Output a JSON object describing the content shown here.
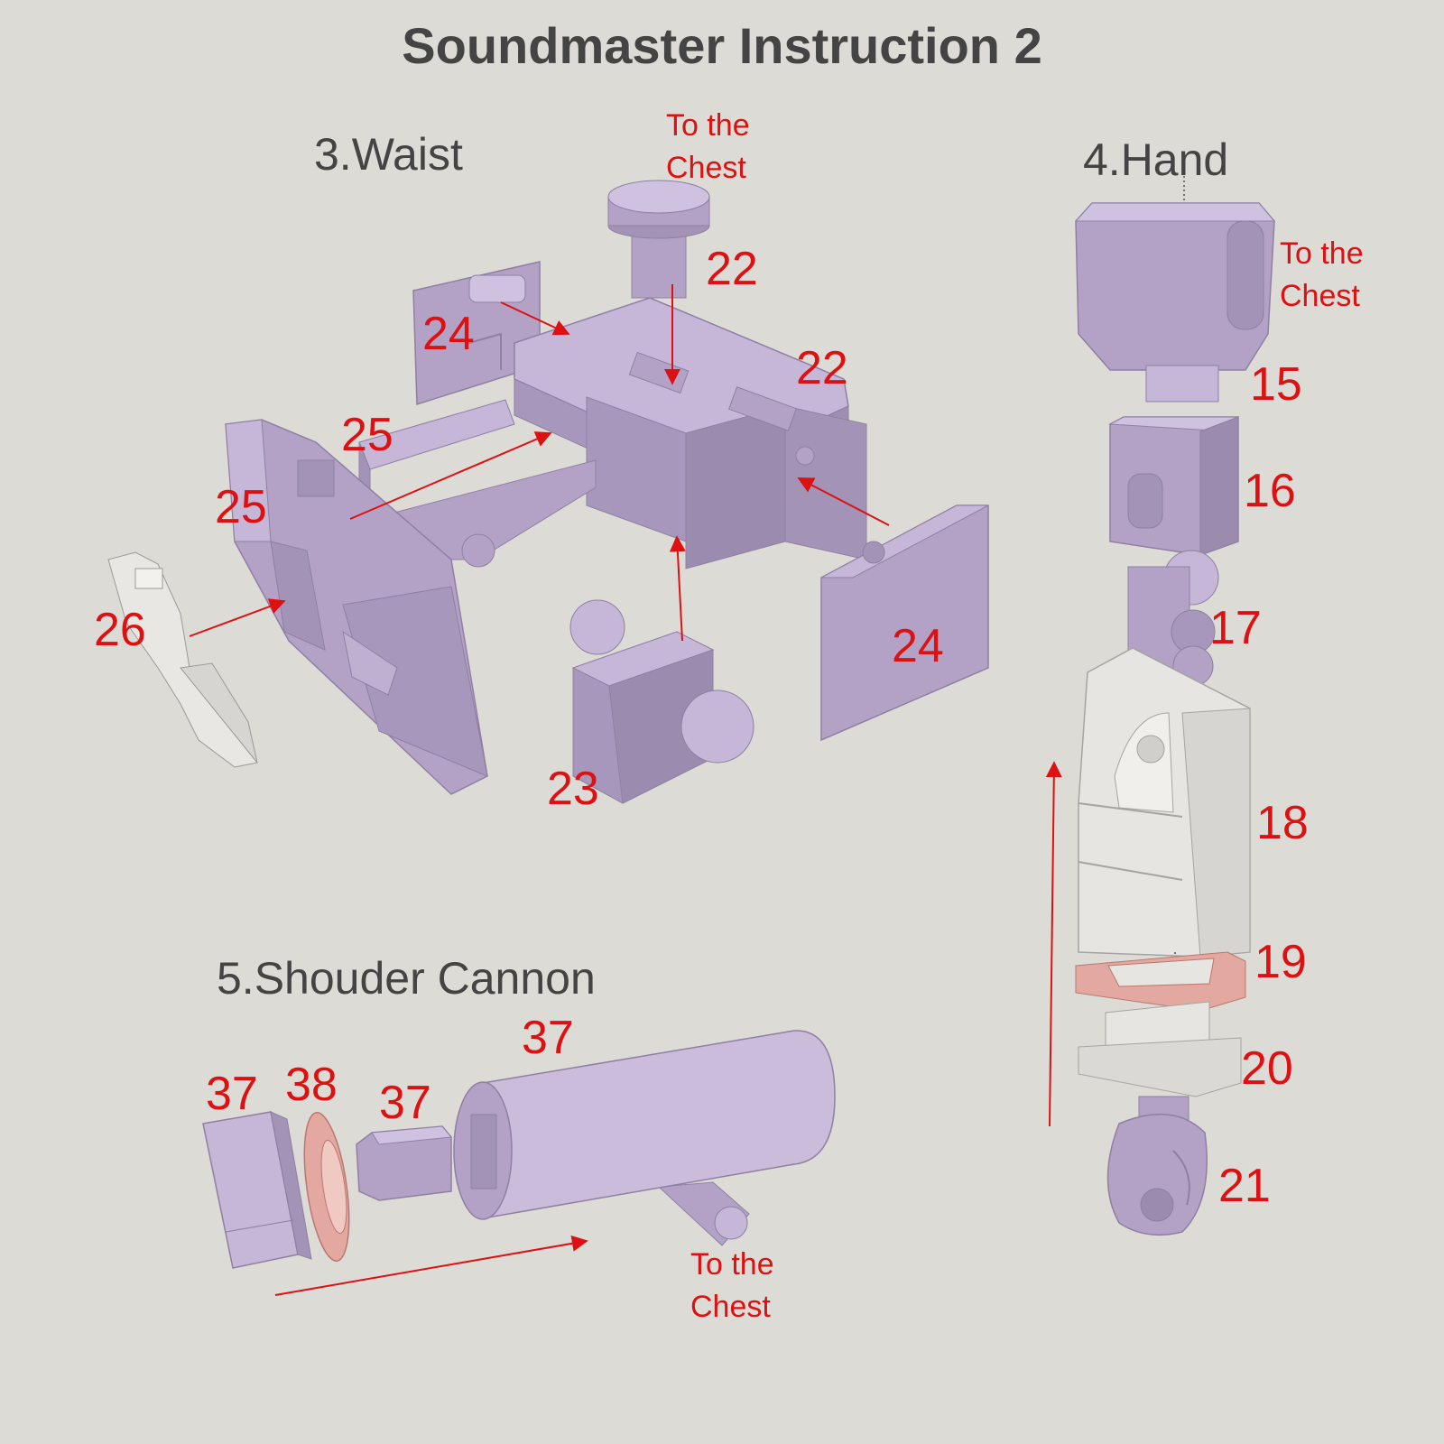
{
  "title": "Soundmaster Instruction 2",
  "colors": {
    "background": "#dcdbd6",
    "part_main": "#b9a8cc",
    "part_light": "#cfc1e0",
    "part_white": "#e6e5e1",
    "part_pink": "#e3a8a0",
    "label_red": "#dd1111",
    "heading": "#444444"
  },
  "sections": {
    "waist": {
      "heading": "3.Waist",
      "parts": [
        "22",
        "24",
        "22",
        "25",
        "25",
        "26",
        "23",
        "24"
      ],
      "note": [
        "To the",
        "Chest"
      ]
    },
    "hand": {
      "heading": "4.Hand",
      "parts": [
        "15",
        "16",
        "17",
        "18",
        "19",
        "20",
        "21"
      ],
      "note": [
        "To the",
        "Chest"
      ]
    },
    "cannon": {
      "heading": "5.Shouder Cannon",
      "parts": [
        "37",
        "37",
        "38",
        "37"
      ],
      "note": [
        "To the",
        "Chest"
      ]
    }
  }
}
